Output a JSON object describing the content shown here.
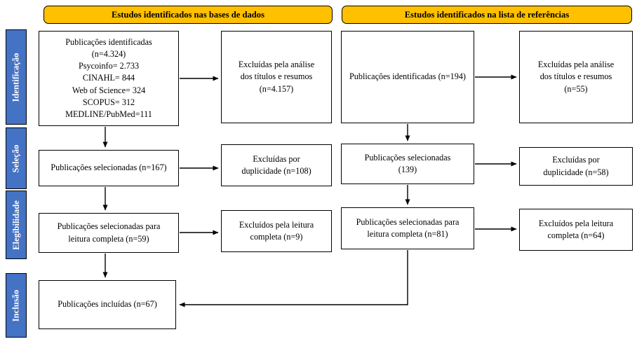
{
  "diagram": {
    "headers": {
      "databases": "Estudos identificados nas bases de dados",
      "references": "Estudos identificados na lista de referências"
    },
    "stages": {
      "identification": "Identificação",
      "selection": "Seleção",
      "eligibility": "Elegibilidade",
      "inclusion": "Inclusão"
    },
    "database_column": {
      "identified": "Publicações identificadas\n(n=4.324)\nPsycoinfo= 2.733\nCINAHL= 844\nWeb of Science= 324\nSCOPUS= 312\nMEDLINE/PubMed=111",
      "excluded_titles": "Excluídas pela análise\ndos títulos e resumos\n(n=4.157)",
      "selected": "Publicações selecionadas (n=167)",
      "excluded_duplicates": "Excluídas por\nduplicidade (n=108)",
      "full_text": "Publicações selecionadas para\nleitura completa (n=59)",
      "excluded_full_text": "Excluídos pela leitura\ncompleta (n=9)",
      "included": "Publicações incluídas (n=67)"
    },
    "reference_column": {
      "identified": "Publicações identificadas (n=194)",
      "excluded_titles": "Excluídas pela análise\ndos títulos e resumos\n(n=55)",
      "selected": "Publicações selecionadas\n(139)",
      "excluded_duplicates": "Excluídas por\nduplicidade (n=58)",
      "full_text": "Publicações selecionadas para\nleitura completa (n=81)",
      "excluded_full_text": "Excluídos pela leitura\ncompleta (n=64)"
    },
    "colors": {
      "header_fill": "#FFC000",
      "stage_fill": "#4472C4",
      "box_border": "#000000"
    }
  }
}
